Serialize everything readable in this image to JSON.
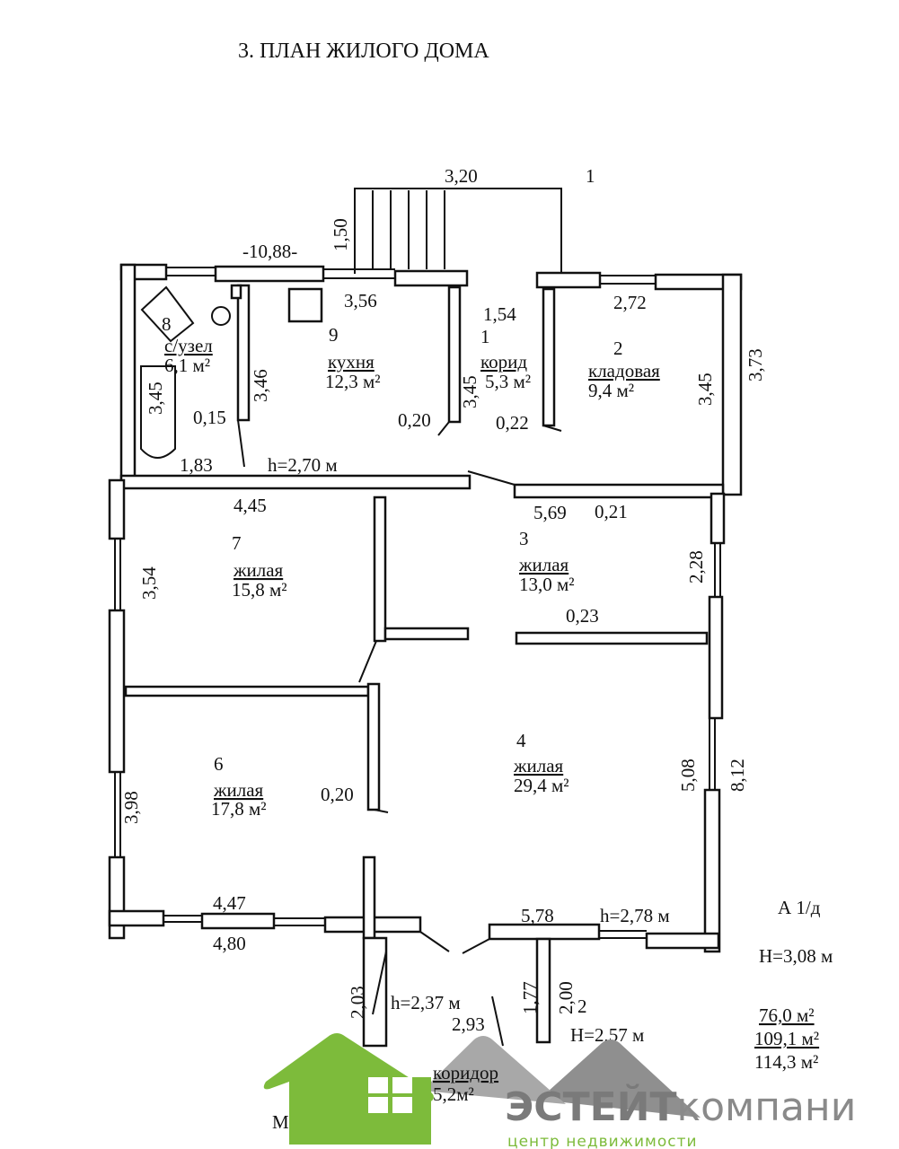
{
  "title": "3. ПЛАН ЖИЛОГО ДОМА",
  "dimensions": {
    "porch_width": "3,20",
    "porch_number": "1",
    "porch_depth": "1,50",
    "total_length": "-10,88-",
    "kitchen_width": "3,56",
    "entrance": "1,54",
    "storage_width": "2,72",
    "kitchen_len": "3,46",
    "bath_len": "3,45",
    "corr_len": "3,45",
    "storage_len": "3,45",
    "right_top": "3,73",
    "w015": "0,15",
    "w020a": "0,20",
    "w022": "0,22",
    "bath_width": "1,83",
    "h_top": "h=2,70 м",
    "r7_width": "4,45",
    "r3_width": "5,69",
    "w021": "0,21",
    "r7_len": "3,54",
    "r3_len": "2,28",
    "w023": "0,23",
    "r4_len": "5,08",
    "right_total": "8,12",
    "r6_len": "3,98",
    "w020b": "0,20",
    "r6_width": "4,47",
    "bottom_left": "4,80",
    "r4_width": "5,78",
    "h_main": "h=2,78 м",
    "lit": "А 1/д",
    "H_main": "H=3,08 м",
    "v203": "2,03",
    "v177": "1,77",
    "v200": "2,00",
    "ext_number": "2",
    "h_ext": "h=2,37 м",
    "ext_width": "2,93",
    "H_ext": "H=2,57 м"
  },
  "rooms": [
    {
      "num": "8",
      "name": "с/узел",
      "area": "6,1 м²"
    },
    {
      "num": "9",
      "name": "кухня",
      "area": "12,3 м²"
    },
    {
      "num": "1",
      "name": "корид",
      "area": "5,3 м²"
    },
    {
      "num": "2",
      "name": "кладовая",
      "area": "9,4 м²"
    },
    {
      "num": "7",
      "name": "жилая",
      "area": "15,8 м²"
    },
    {
      "num": "3",
      "name": "жилая",
      "area": "13,0 м²"
    },
    {
      "num": "6",
      "name": "жилая",
      "area": "17,8 м²"
    },
    {
      "num": "4",
      "name": "жилая",
      "area": "29,4 м²"
    },
    {
      "name": "коридор",
      "area": "5,2м²"
    }
  ],
  "totals": [
    "76,0 м²",
    "109,1 м²",
    "114,3 м²"
  ],
  "scale_label": "Мас",
  "logo": {
    "brand_bold": "ЭСТЕЙТ",
    "brand_light": "компани",
    "tagline": "центр недвижимости",
    "green": "#7dbb3b",
    "gray": "#999999"
  }
}
